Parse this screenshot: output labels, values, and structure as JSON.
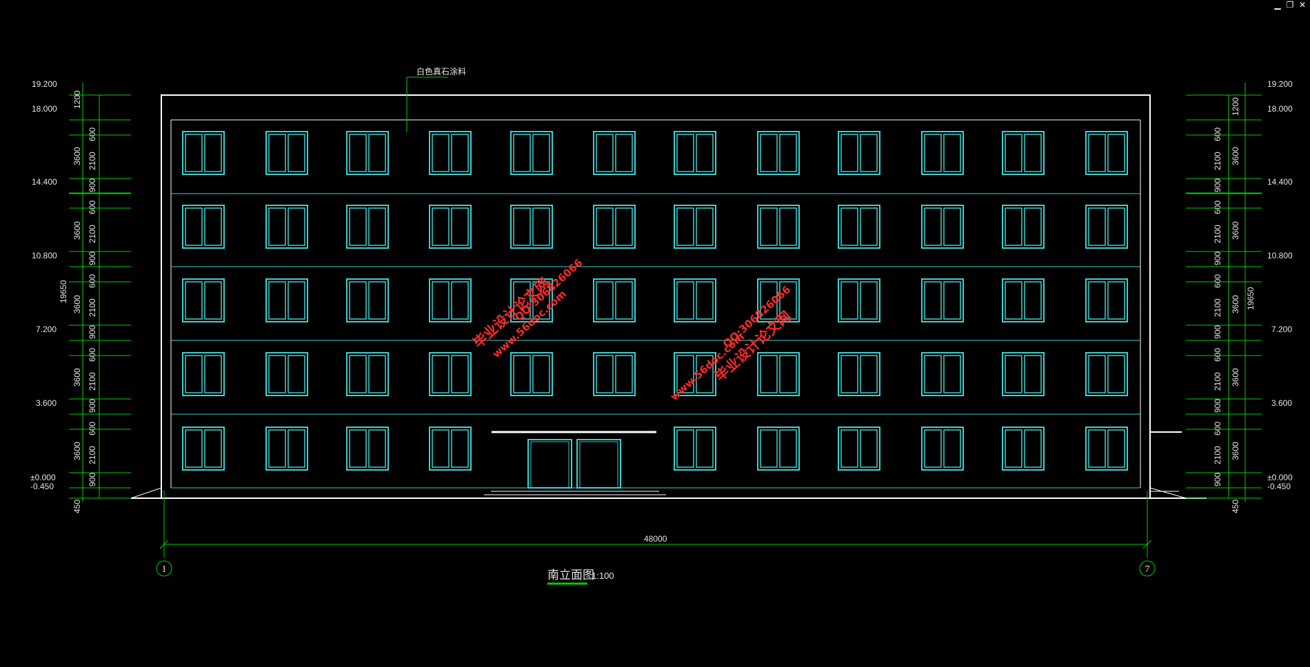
{
  "window_controls": {
    "minimize": "▁",
    "restore": "❐",
    "close": "✕"
  },
  "drawing": {
    "title": "南立面图",
    "scale": "1:100",
    "overall_width": "48000",
    "axis_start": "1",
    "axis_end": "7",
    "material_note": "白色真石涂料",
    "total_height": "19650",
    "levels": [
      "19.200",
      "18.000",
      "14.400",
      "10.800",
      "7.200",
      "3.600",
      "±0.000",
      "-0.450"
    ],
    "parapet": "1200",
    "floor_height": "3600",
    "sill": "900",
    "window": "2100",
    "lintel": "600",
    "base": "450"
  },
  "watermark": {
    "line_a": "毕业设计论文网",
    "line_b": "www.56doc.com",
    "line_c": "QQ:306826066"
  },
  "colors": {
    "background": "#000000",
    "building_outline": "#ffffff",
    "window": "#3cd2d2",
    "floor_line": "#3cd2d2",
    "dimension": "#00d000",
    "watermark": "#ff2a2a"
  }
}
